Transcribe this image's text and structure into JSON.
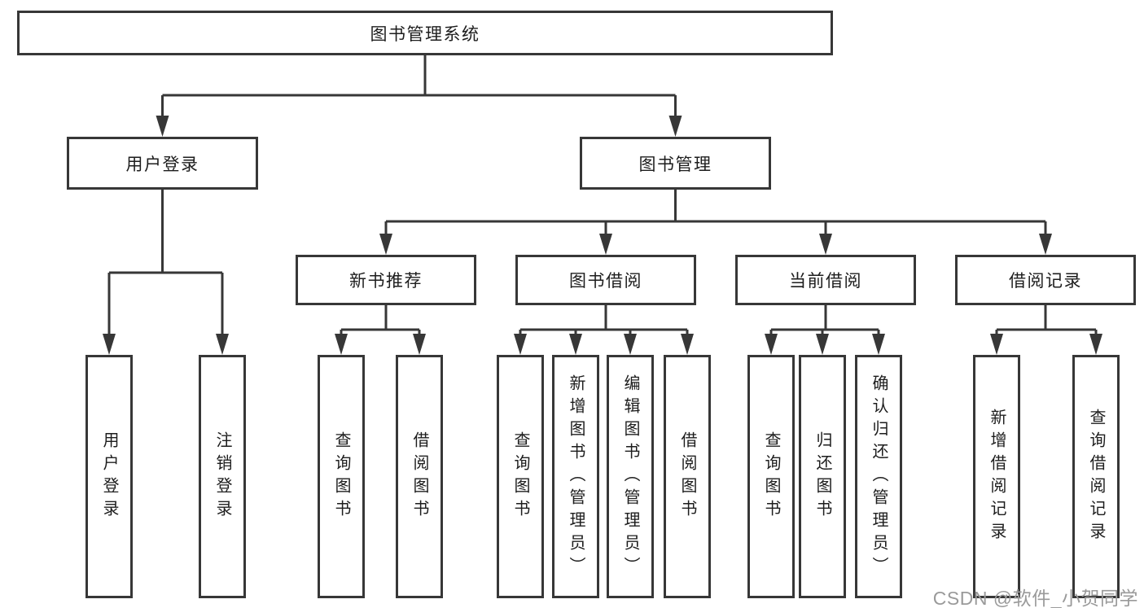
{
  "diagram": {
    "root": {
      "label": "图书管理系统"
    },
    "branches": [
      {
        "label": "用户登录",
        "children": [
          {
            "label": "用户登录"
          },
          {
            "label": "注销登录"
          }
        ]
      },
      {
        "label": "图书管理",
        "children": [
          {
            "label": "新书推荐",
            "children": [
              {
                "label": "查询图书"
              },
              {
                "label": "借阅图书"
              }
            ]
          },
          {
            "label": "图书借阅",
            "children": [
              {
                "label": "查询图书"
              },
              {
                "label": "新增图书（管理员）"
              },
              {
                "label": "编辑图书（管理员）"
              },
              {
                "label": "借阅图书"
              }
            ]
          },
          {
            "label": "当前借阅",
            "children": [
              {
                "label": "查询图书"
              },
              {
                "label": "归还图书"
              },
              {
                "label": "确认归还（管理员）"
              }
            ]
          },
          {
            "label": "借阅记录",
            "children": [
              {
                "label": "新增借阅记录"
              },
              {
                "label": "查询借阅记录"
              }
            ]
          }
        ]
      }
    ]
  },
  "watermark": {
    "text": "CSDN @软件_小贺同学",
    "color": "#9a9a9a"
  },
  "colors": {
    "line": "#373737",
    "box_fill": "#ffffff",
    "text": "#1d1d1d",
    "background": "#ffffff"
  }
}
